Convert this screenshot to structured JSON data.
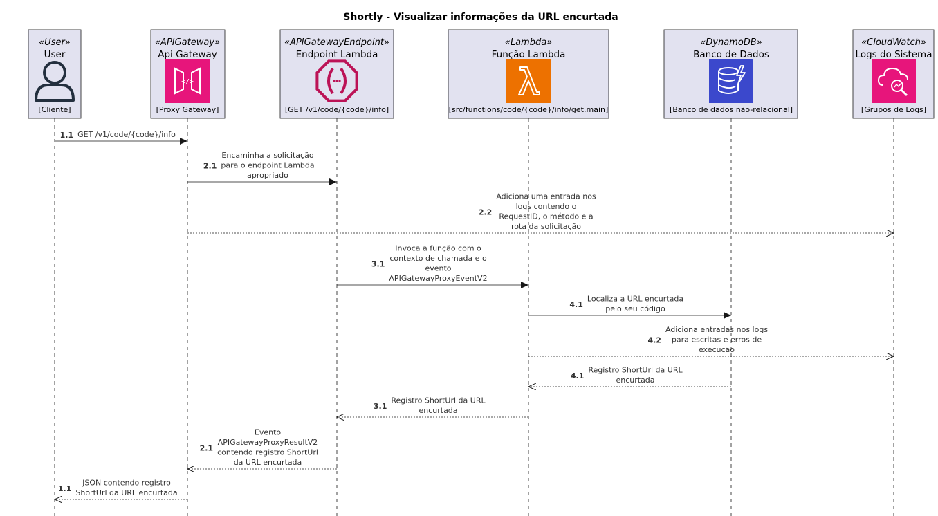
{
  "title": "Shortly - Visualizar informações da URL encurtada",
  "participants": [
    {
      "id": "user",
      "stereotype": "«User»",
      "name": "User",
      "description": "[Cliente]",
      "icon": "user-icon",
      "icon_color": "#232F3E"
    },
    {
      "id": "apigw",
      "stereotype": "«APIGateway»",
      "name": "Api Gateway",
      "description": "[Proxy Gateway]",
      "icon": "api-gateway-icon",
      "icon_color": "#E7157B"
    },
    {
      "id": "endpoint",
      "stereotype": "«APIGatewayEndpoint»",
      "name": "Endpoint Lambda",
      "description": "[GET /v1/code/{code}/info]",
      "icon": "endpoint-icon",
      "icon_color": "#BC1356"
    },
    {
      "id": "lambda",
      "stereotype": "«Lambda»",
      "name": "Função Lambda",
      "description": "[src/functions/code/{code}/info/get.main]",
      "icon": "lambda-icon",
      "icon_color": "#ED7100"
    },
    {
      "id": "dynamo",
      "stereotype": "«DynamoDB»",
      "name": "Banco de Dados",
      "description": "[Banco de dados não-relacional]",
      "icon": "dynamodb-icon",
      "icon_color": "#3B48CC"
    },
    {
      "id": "cw",
      "stereotype": "«CloudWatch»",
      "name": "Logs do Sistema",
      "description": "[Grupos de Logs]",
      "icon": "cloudwatch-icon",
      "icon_color": "#E7157B"
    }
  ],
  "messages": [
    {
      "from": "user",
      "to": "apigw",
      "number": "1.1",
      "lines": [
        "GET /v1/code/{code}/info"
      ],
      "style": "solid"
    },
    {
      "from": "apigw",
      "to": "endpoint",
      "number": "2.1",
      "lines": [
        "Encaminha a solicitação",
        "para o endpoint Lambda",
        "apropriado"
      ],
      "style": "solid"
    },
    {
      "from": "apigw",
      "to": "cw",
      "number": "2.2",
      "lines": [
        "Adiciona uma entrada nos",
        "logs contendo o",
        "RequestID, o método e a",
        "rota da solicitação"
      ],
      "style": "dashed"
    },
    {
      "from": "endpoint",
      "to": "lambda",
      "number": "3.1",
      "lines": [
        "Invoca a função com o",
        "contexto de chamada e o",
        "evento",
        "APIGatewayProxyEventV2"
      ],
      "style": "solid"
    },
    {
      "from": "lambda",
      "to": "dynamo",
      "number": "4.1",
      "lines": [
        "Localiza a URL encurtada",
        "pelo seu código"
      ],
      "style": "solid"
    },
    {
      "from": "lambda",
      "to": "cw",
      "number": "4.2",
      "lines": [
        "Adiciona entradas nos logs",
        "para escritas e erros de",
        "execução"
      ],
      "style": "dashed"
    },
    {
      "from": "dynamo",
      "to": "lambda",
      "number": "4.1",
      "lines": [
        "Registro ShortUrl da URL",
        "encurtada"
      ],
      "style": "dashed"
    },
    {
      "from": "lambda",
      "to": "endpoint",
      "number": "3.1",
      "lines": [
        "Registro ShortUrl da URL",
        "encurtada"
      ],
      "style": "dashed"
    },
    {
      "from": "endpoint",
      "to": "apigw",
      "number": "2.1",
      "lines": [
        "Evento",
        "APIGatewayProxyResultV2",
        "contendo registro ShortUrl",
        "da URL encurtada"
      ],
      "style": "dashed"
    },
    {
      "from": "apigw",
      "to": "user",
      "number": "1.1",
      "lines": [
        "JSON contendo registro",
        "ShortUrl da URL encurtada"
      ],
      "style": "dashed"
    }
  ]
}
